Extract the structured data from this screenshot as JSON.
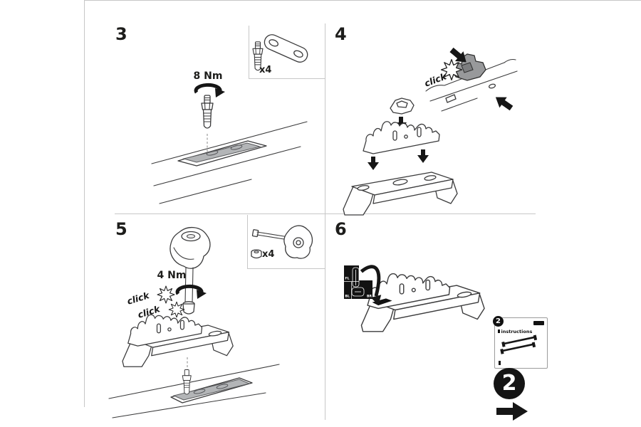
{
  "palette": {
    "ink": "#1d1d1b",
    "hairline": "#c7c7c7",
    "pad_gray": "#b3b5b7",
    "clip_gray": "#98999b",
    "solid_black": "#161616"
  },
  "steps": {
    "s3": {
      "number": "3",
      "torque": "8 Nm",
      "quantity": "x4"
    },
    "s4": {
      "number": "4",
      "click": "click"
    },
    "s5": {
      "number": "5",
      "torque": "4 Nm",
      "quantity": "x4",
      "click1": "click",
      "click2": "click"
    },
    "s6": {
      "number": "6",
      "position_sticker": {
        "front_left": "FL",
        "bottom_left": "BL",
        "bottom_right": "BR"
      },
      "kit_card": {
        "badge": "2",
        "title": "instructions"
      },
      "sequence_badge": "2"
    }
  }
}
